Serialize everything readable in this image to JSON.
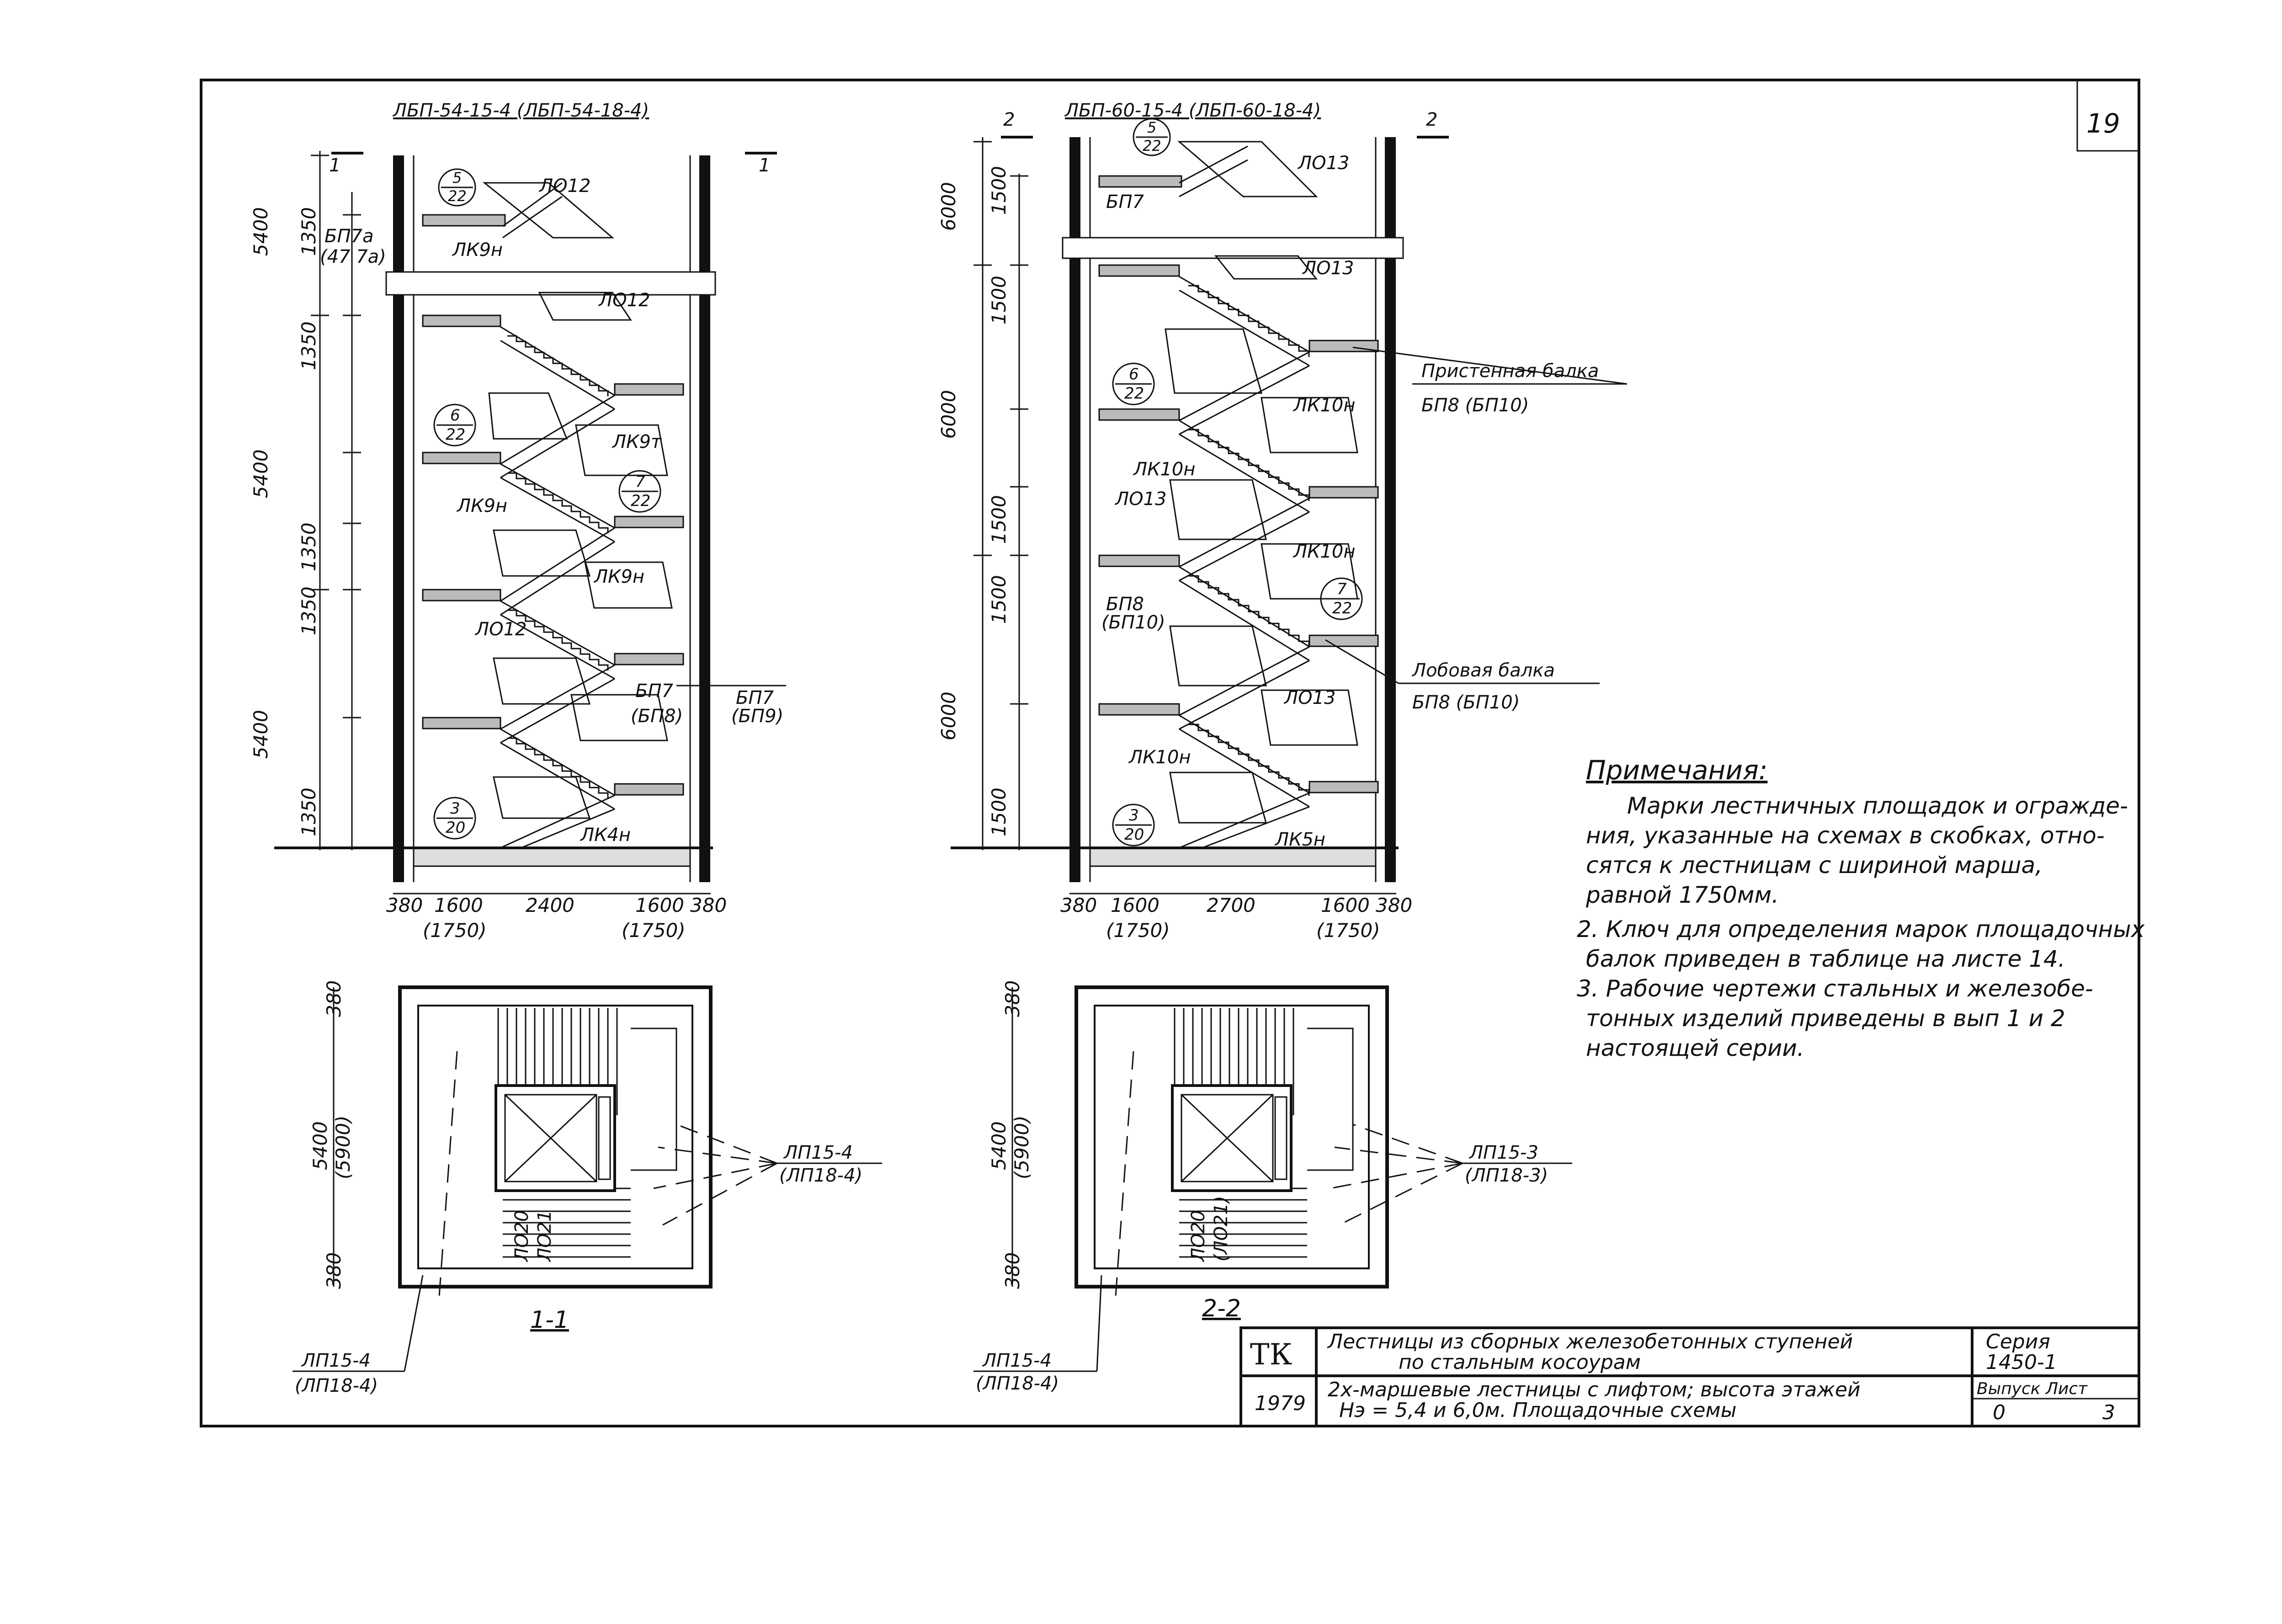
{
  "sheet": {
    "number": "19",
    "top_left_ref": "ЛБП-54-15-4 (ЛБП-54-18-4)",
    "top_right_ref": "ЛБП-60-15-4 (ЛБП-60-18-4)"
  },
  "left_section": {
    "cut_marker": "1",
    "levels": [
      "5400",
      "5400",
      "5400"
    ],
    "sub_levels": [
      "1350",
      "1350",
      "1350",
      "1350",
      "1350"
    ],
    "callouts": [
      {
        "text": "ЛО12"
      },
      {
        "text": "БП7а"
      },
      {
        "text": "(47 7а)"
      },
      {
        "text": "ЛК9н"
      },
      {
        "text": "ЛО12"
      },
      {
        "text": "ЛК9т"
      },
      {
        "text": "ЛК9н"
      },
      {
        "text": "ЛК9н"
      },
      {
        "text": "ЛО12"
      },
      {
        "text": "БП7"
      },
      {
        "text": "(БП8)"
      },
      {
        "text": "БП7"
      },
      {
        "text": "(БП9)"
      },
      {
        "text": "ЛК4н"
      }
    ],
    "circles": [
      {
        "top": "5",
        "bottom": "22"
      },
      {
        "top": "6",
        "bottom": "22"
      },
      {
        "top": "7",
        "bottom": "22"
      },
      {
        "top": "3",
        "bottom": "20"
      }
    ],
    "bottom_dims": [
      "380",
      "1600",
      "2400",
      "1600",
      "380"
    ],
    "bottom_dims_alt": [
      "(1750)",
      "(1750)"
    ]
  },
  "right_section": {
    "cut_marker": "2",
    "levels": [
      "6000",
      "6000",
      "6000"
    ],
    "sub_levels": [
      "1500",
      "1500",
      "1500",
      "1500",
      "1500"
    ],
    "callouts": [
      {
        "text": "ЛО13"
      },
      {
        "text": "БП7"
      },
      {
        "text": "ЛО13"
      },
      {
        "text": "ЛК10н"
      },
      {
        "text": "ЛК10н"
      },
      {
        "text": "ЛО13"
      },
      {
        "text": "ЛК10н"
      },
      {
        "text": "БП8"
      },
      {
        "text": "(БП10)"
      },
      {
        "text": "ЛО13"
      },
      {
        "text": "ЛК10н"
      },
      {
        "text": "ЛК5н"
      }
    ],
    "circles": [
      {
        "top": "5",
        "bottom": "22"
      },
      {
        "top": "6",
        "bottom": "22"
      },
      {
        "top": "7",
        "bottom": "22"
      },
      {
        "top": "3",
        "bottom": "20"
      }
    ],
    "beam_labels": [
      {
        "title": "Пристенная балка",
        "mark": "БП8 (БП10)"
      },
      {
        "title": "Лобовая балка",
        "mark": "БП8 (БП10)"
      }
    ],
    "bottom_dims": [
      "380",
      "1600",
      "2700",
      "1600",
      "380"
    ],
    "bottom_dims_alt": [
      "(1750)",
      "(1750)"
    ]
  },
  "plans": [
    {
      "title": "1-1",
      "dims": [
        "380",
        "5400",
        "(5900)",
        "380"
      ],
      "leader_top": "ЛП15-4",
      "leader_bottom": "(ЛП18-4)",
      "foot_top": "ЛП15-4",
      "foot_bottom": "(ЛП18-4)",
      "inner": [
        "ЛО20",
        "ЛО21"
      ]
    },
    {
      "title": "2-2",
      "dims": [
        "380",
        "5400",
        "(5900)",
        "380"
      ],
      "leader_top": "ЛП15-3",
      "leader_bottom": "(ЛП18-3)",
      "foot_top": "ЛП15-4",
      "foot_bottom": "(ЛП18-4)",
      "inner": [
        "ЛО20",
        "(ЛО21)"
      ]
    }
  ],
  "notes": {
    "heading": "Примечания:",
    "lines": [
      "Марки лестничных площадок и огражде-",
      "ния, указанные на схемах в скобках, отно-",
      "сятся к лестницам с шириной марша,",
      "равной 1750мм.",
      "2. Ключ для определения марок площадочных",
      "балок приведен в таблице на листе 14.",
      "3. Рабочие чертежи стальных и железобе-",
      "тонных изделий приведены в вып 1 и 2",
      "настоящей серии."
    ]
  },
  "title_block": {
    "org": "ТК",
    "title1": "Лестницы из сборных железобетонных ступеней",
    "title2": "по стальным косоурам",
    "desc1": "2х-маршевые лестницы с лифтом; высота этажей",
    "desc2": "Нэ = 5,4 и 6,0м. Площадочные схемы",
    "year": "1979",
    "series_label": "Серия",
    "series": "1450-1",
    "issue_label": "Выпуск Лист",
    "issue": "0",
    "sheet": "3"
  }
}
